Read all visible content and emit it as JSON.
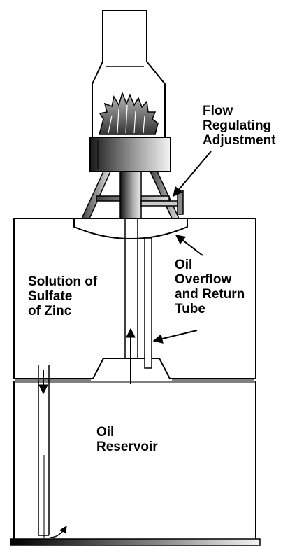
{
  "labels": {
    "flow_regulating": [
      "Flow",
      "Regulating",
      "Adjustment"
    ],
    "solution": [
      "Solution of",
      "Sulfate",
      "of Zinc"
    ],
    "oil_overflow": [
      "Oil",
      "Overflow",
      "and Return",
      "Tube"
    ],
    "oil_reservoir": [
      "Oil",
      "Reservoir"
    ]
  },
  "colors": {
    "ink": "#000000",
    "paper": "#ffffff",
    "gradient_dark": "#1a1a1a",
    "gradient_light": "#f2f2f2"
  }
}
